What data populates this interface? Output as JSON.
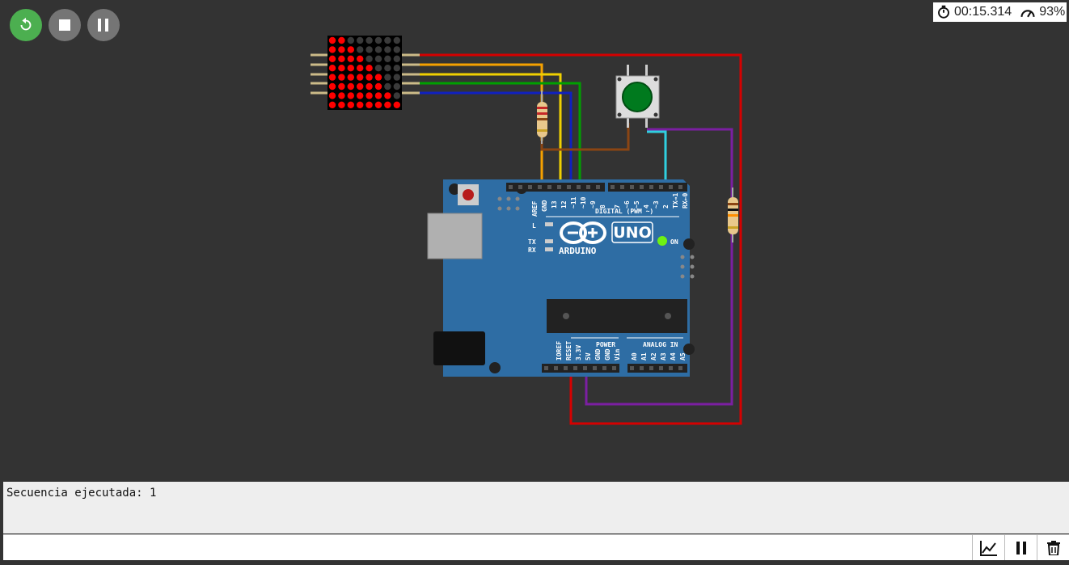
{
  "controls": {
    "restart_icon": "restart-icon",
    "stop_icon": "stop-icon",
    "pause_icon": "pause-icon"
  },
  "status": {
    "elapsed_time": "00:15.314",
    "speed": "93%"
  },
  "board": {
    "aref": "AREF",
    "gnd": "GND",
    "d_pins": [
      "13",
      "12",
      "~11",
      "~10",
      "~9",
      "8",
      "7",
      "~6",
      "~5",
      "4",
      "~3",
      "2",
      "TX→1",
      "RX←0"
    ],
    "digital_label": "DIGITAL (PWM ~)",
    "l_label": "L",
    "tx_label": "TX",
    "rx_label": "RX",
    "uno_label": "UNO",
    "arduino_label": "ARDUINO",
    "on_label": "ON",
    "power_label": "POWER",
    "analog_label": "ANALOG IN",
    "power_pins": [
      "IOREF",
      "RESET",
      "3.3V",
      "5V",
      "GND",
      "GND",
      "Vin"
    ],
    "analog_pins": [
      "A0",
      "A1",
      "A2",
      "A3",
      "A4",
      "A5"
    ]
  },
  "led_matrix": {
    "lit_color": "#ff0000",
    "rows": [
      "11000000",
      "11100000",
      "11110000",
      "11111000",
      "11111100",
      "11111100",
      "11111110",
      "11111111"
    ]
  },
  "wire_colors": {
    "red": "#d50000",
    "orange": "#f5a100",
    "yellow": "#f0d000",
    "green": "#00a000",
    "blue": "#1020c0",
    "brown": "#8b4513",
    "cyan": "#30d0e0",
    "purple": "#7b1fa2"
  },
  "serial": {
    "output": "Secuencia ejecutada: 1",
    "input_value": "",
    "plot_icon": "chart-icon",
    "pause_icon": "pause-icon",
    "clear_icon": "trash-icon"
  }
}
